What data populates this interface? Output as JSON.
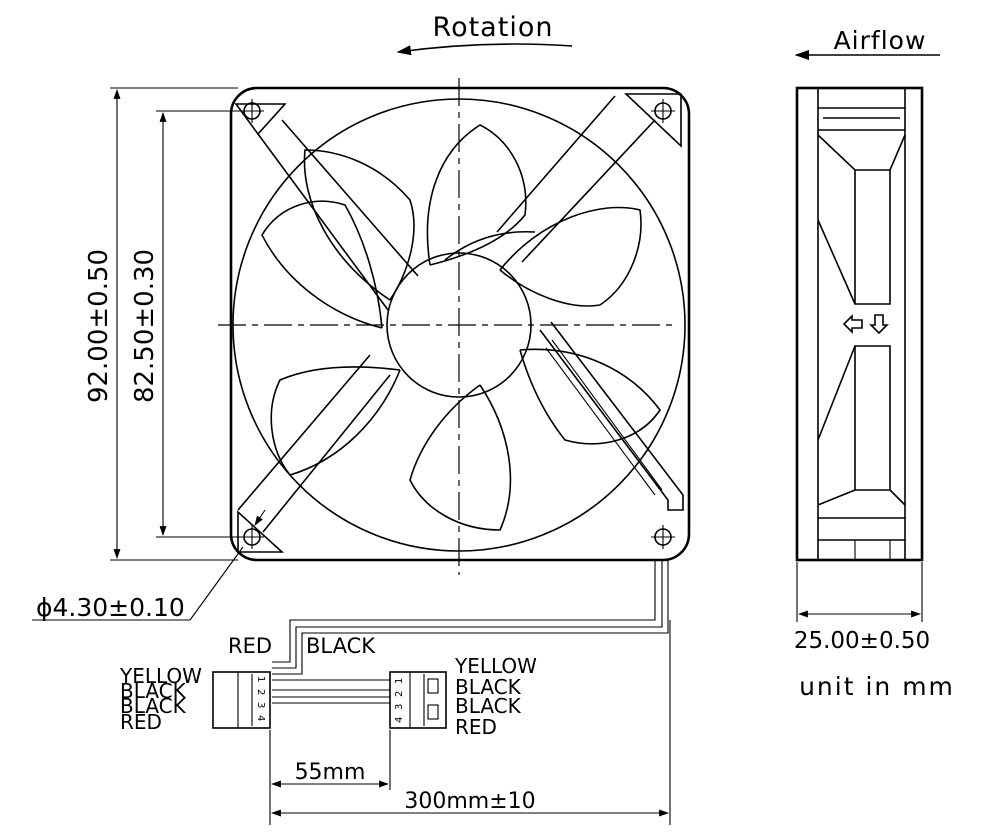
{
  "rotation_label": "Rotation",
  "airflow_label": "Airflow",
  "dimensions": {
    "overall_height": "92.00±0.50",
    "hole_spacing": "82.50±0.30",
    "hole_diameter": "ϕ4.30±0.10",
    "thickness": "25.00±0.50",
    "connector_spacing": "55mm",
    "lead_length": "300mm±10"
  },
  "units_note": "unit in mm",
  "wires": {
    "top_labels": [
      "RED",
      "BLACK"
    ],
    "left_labels": [
      "YELLOW",
      "BLACK",
      "BLACK",
      "RED"
    ],
    "right_labels": [
      "YELLOW",
      "BLACK",
      "BLACK",
      "RED"
    ],
    "pin_numbers_left": [
      "1",
      "2",
      "3",
      "4"
    ],
    "pin_numbers_right": [
      "1",
      "2",
      "3",
      "4"
    ]
  }
}
